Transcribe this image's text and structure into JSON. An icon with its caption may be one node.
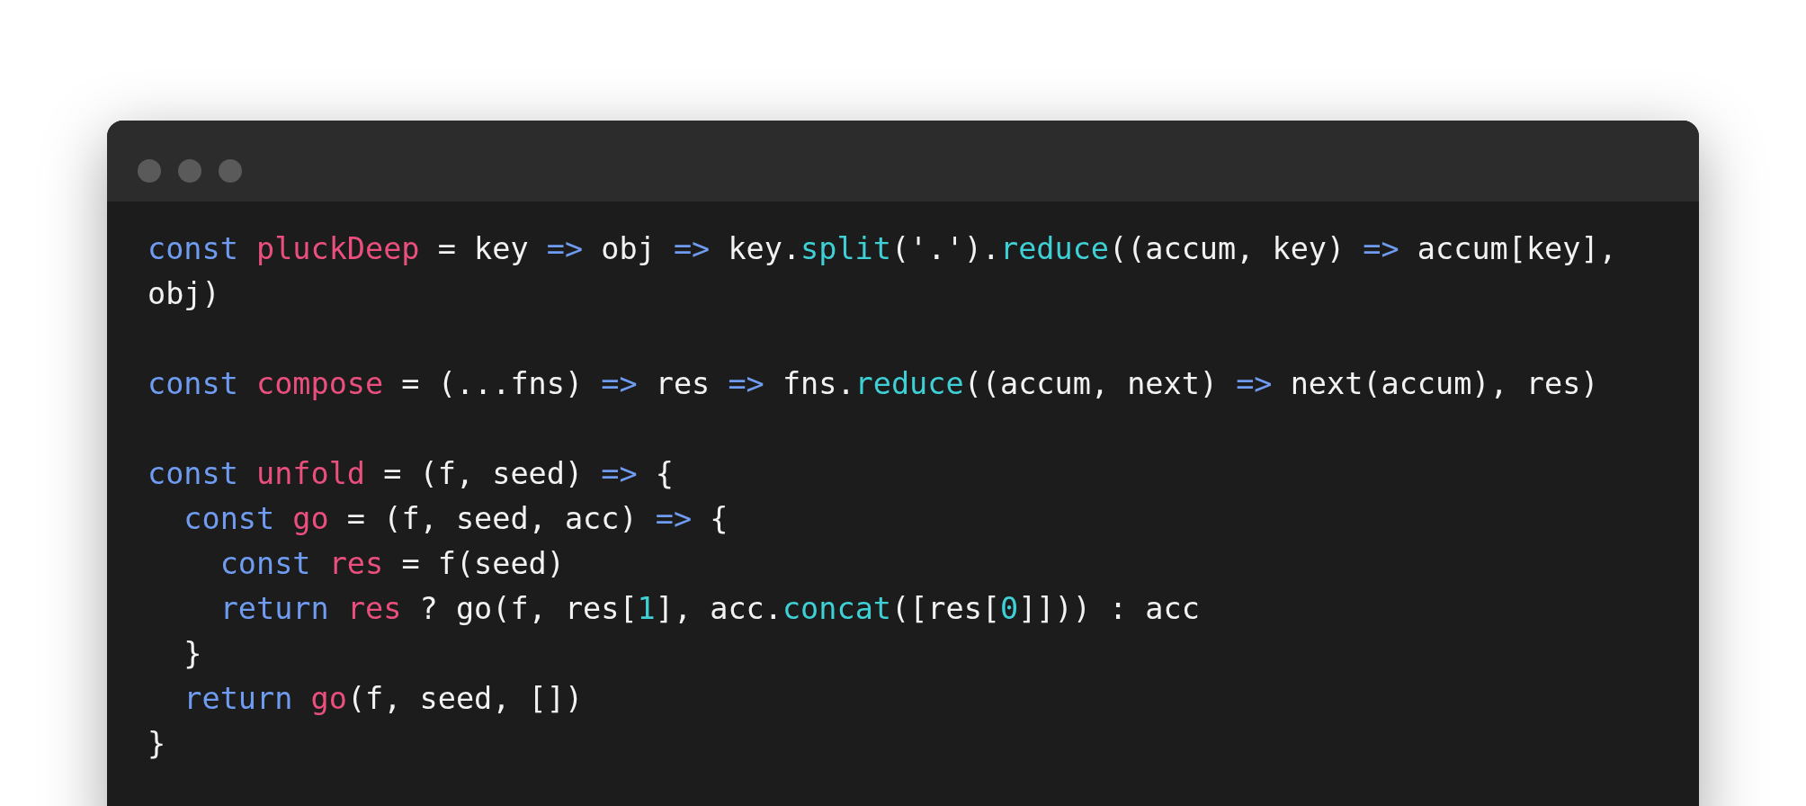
{
  "diagram": {
    "labels": [
      "const pluckDeep = key => obj => key.split('.').reduce((accum, key) => accum[key], obj)",
      "const compose = (...fns) => res => fns.reduce((accum, next) => next(accum), res)",
      "const unfold = (f, seed) => {",
      "  const go = (f, seed, acc) => {",
      "    const res = f(seed)",
      "    return res ? go(f, res[1], acc.concat([res[0]])) : acc",
      "  }",
      "  return go(f, seed, [])",
      "}"
    ]
  }
}
